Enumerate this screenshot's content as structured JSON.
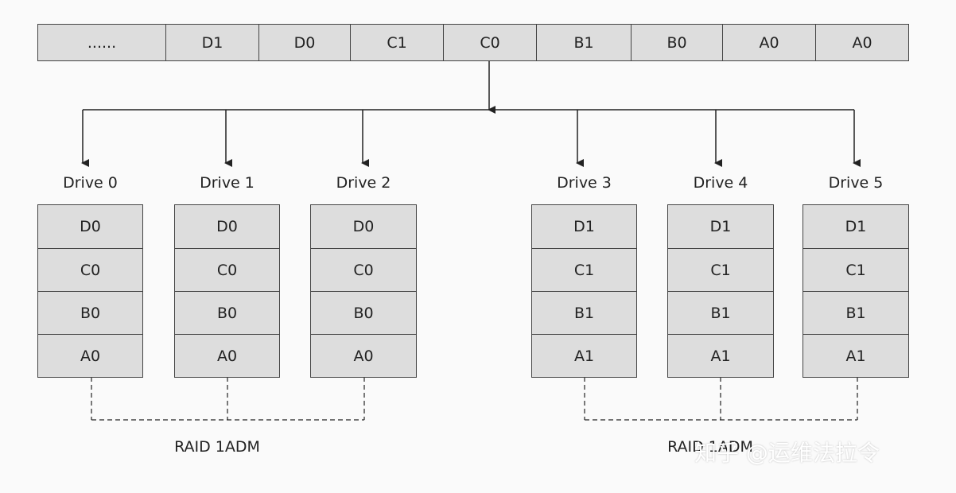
{
  "stream": {
    "blocks": [
      "......",
      "D1",
      "D0",
      "C1",
      "C0",
      "B1",
      "B0",
      "A0",
      "A0"
    ]
  },
  "drives": [
    {
      "label": "Drive 0",
      "blocks": [
        "D0",
        "C0",
        "B0",
        "A0"
      ]
    },
    {
      "label": "Drive 1",
      "blocks": [
        "D0",
        "C0",
        "B0",
        "A0"
      ]
    },
    {
      "label": "Drive 2",
      "blocks": [
        "D0",
        "C0",
        "B0",
        "A0"
      ]
    },
    {
      "label": "Drive 3",
      "blocks": [
        "D1",
        "C1",
        "B1",
        "A1"
      ]
    },
    {
      "label": "Drive 4",
      "blocks": [
        "D1",
        "C1",
        "B1",
        "A1"
      ]
    },
    {
      "label": "Drive 5",
      "blocks": [
        "D1",
        "C1",
        "B1",
        "A1"
      ]
    }
  ],
  "groups": [
    {
      "label": "RAID 1ADM"
    },
    {
      "label": "RAID 1ADM"
    }
  ],
  "watermark": "知乎 @运维法拉令",
  "colors": {
    "block_fill": "#dddddd",
    "border": "#444444",
    "line": "#222222",
    "background": "#fafafa"
  }
}
